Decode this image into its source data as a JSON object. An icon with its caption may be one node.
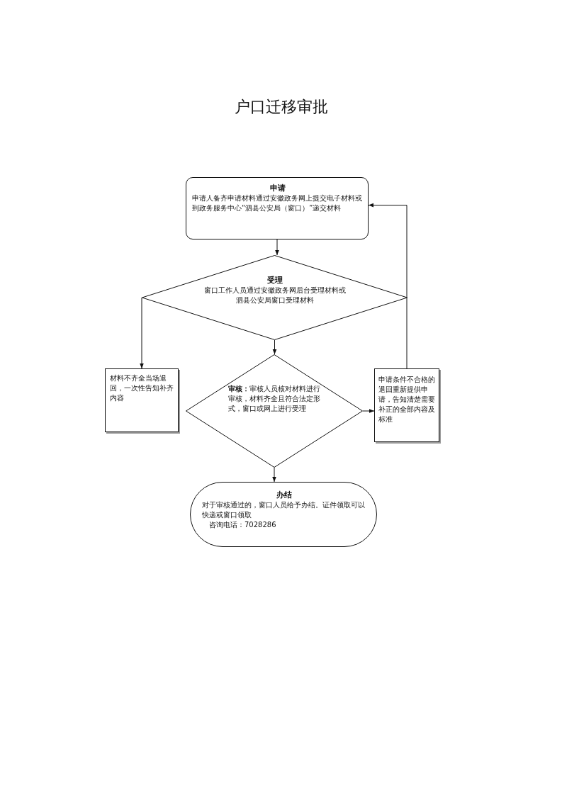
{
  "diagram": {
    "title": "户口迁移审批",
    "nodes": [
      {
        "text": [
          "申请",
          "申请人备齐申请材料通过安徽政务网上提交电子材料或到政务服务中心“泗县公安局（窗口）”递交材料"
        ]
      },
      {
        "text": [
          "受理",
          "窗口工作人员通过安徽政务网后台受理材料或泗县公安局窗口受理材料"
        ]
      },
      {
        "text": [
          "材料不齐全当场退回，一次性告知补齐内容"
        ]
      },
      {
        "text": [
          "**审核：**审核人员核对材料进行审核，材料齐全且符合法定形式，窗口或网上进行受理"
        ]
      },
      {
        "text": [
          "申请条件不合格的退回重新提供申请，告知清楚需要补正的全部内容及标准"
        ]
      },
      {
        "text": [
          "办结",
          "对于审核通过的，窗口人员给予办结。证件领取可以快递或窗口领取",
          "咨询电话：7028286"
        ]
      }
    ],
    "edges": [
      {
        "from": 0,
        "to": 1,
        "arrow": "to"
      },
      {
        "from": 1,
        "to": 2,
        "arrow": "to"
      },
      {
        "from": 1,
        "to": 3,
        "arrow": "to"
      },
      {
        "from": 3,
        "to": 4,
        "arrow": "to"
      },
      {
        "from": 4,
        "to": 0,
        "arrow": "to"
      },
      {
        "from": 3,
        "to": 5,
        "arrow": "to"
      }
    ]
  }
}
